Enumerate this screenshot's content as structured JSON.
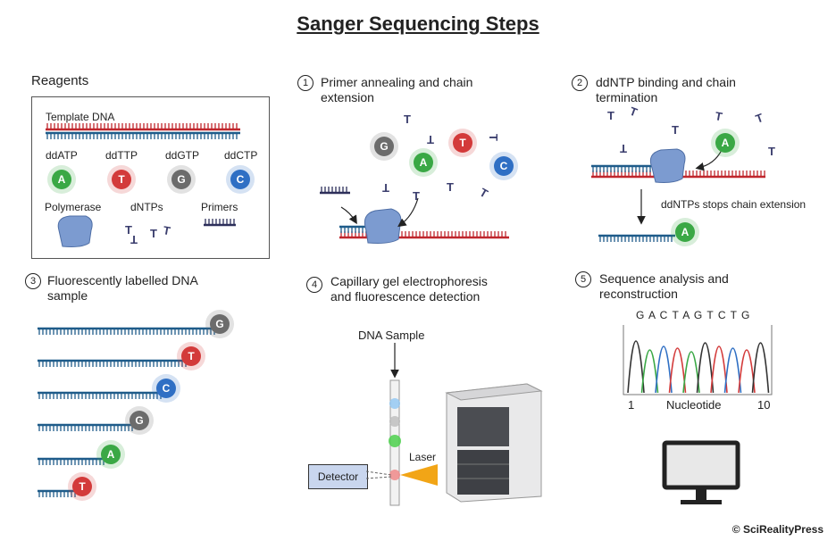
{
  "title": "Sanger Sequencing Steps",
  "reagents": {
    "heading": "Reagents",
    "template_dna": "Template DNA",
    "ddATP": "ddATP",
    "ddTTP": "ddTTP",
    "ddGTP": "ddGTP",
    "ddCTP": "ddCTP",
    "polymerase": "Polymerase",
    "dntps": "dNTPs",
    "primers": "Primers"
  },
  "steps": [
    {
      "num": "1",
      "line1": "Primer annealing and chain",
      "line2": "extension"
    },
    {
      "num": "2",
      "line1": "ddNTP binding and chain",
      "line2": "termination"
    },
    {
      "num": "3",
      "line1": "Fluorescently labelled DNA",
      "line2": "sample"
    },
    {
      "num": "4",
      "line1": "Capillary gel electrophoresis",
      "line2": "and fluorescence detection"
    },
    {
      "num": "5",
      "line1": "Sequence analysis and",
      "line2": "reconstruction"
    }
  ],
  "step2_note": "ddNTPs stops chain extension",
  "step4": {
    "dna_sample": "DNA Sample",
    "laser": "Laser",
    "detector": "Detector"
  },
  "step5": {
    "sequence": "G A C T A G T C T G",
    "axis_start": "1",
    "axis_label": "Nucleotide",
    "axis_end": "10"
  },
  "letters": {
    "A": "A",
    "T": "T",
    "G": "G",
    "C": "C"
  },
  "colors": {
    "A": "#3aa845",
    "T": "#d33a3a",
    "G": "#6c6c6c",
    "C": "#2f6fc4",
    "strand_blue": "#1f5c8a",
    "strand_red": "#c0272d",
    "primer": "#2d2f5a"
  },
  "copyright": "© SciRealityPress"
}
